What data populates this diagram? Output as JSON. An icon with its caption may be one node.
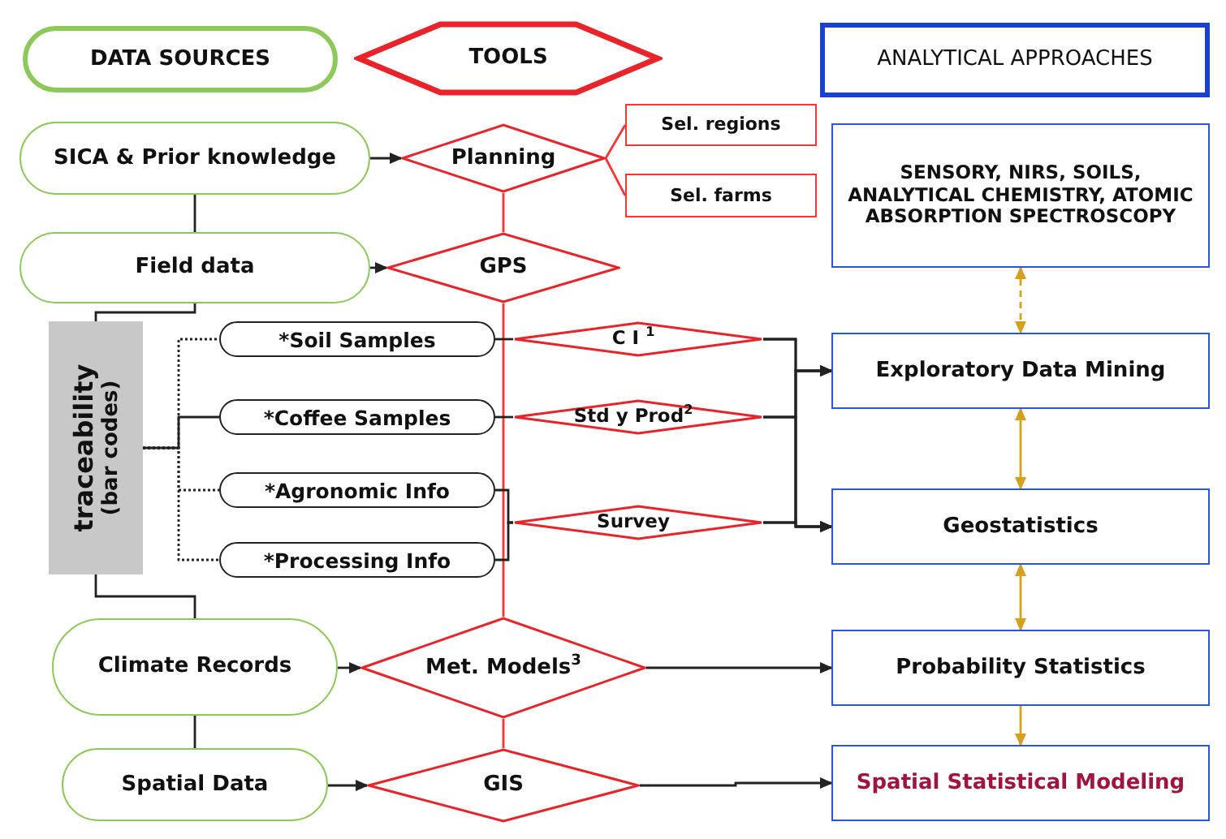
{
  "diagram": {
    "nodes": [
      {
        "text": [
          "DATA SOURCES"
        ]
      },
      {
        "text": [
          "TOOLS"
        ]
      },
      {
        "text": [
          "ANALYTICAL APPROACHES"
        ]
      },
      {
        "text": [
          "SICA & Prior knowledge"
        ]
      },
      {
        "text": [
          "Planning"
        ]
      },
      {
        "text": [
          "Sel. regions"
        ]
      },
      {
        "text": [
          "Sel. farms"
        ]
      },
      {
        "text": [
          "SENSORY, NIRS, SOILS, ANALYTICAL CHEMISTRY, ATOMIC ABSORPTION SPECTROSCOPY"
        ]
      },
      {
        "text": [
          "Field data"
        ]
      },
      {
        "text": [
          "GPS"
        ]
      },
      {
        "text": [
          "traceability",
          "(bar codes)"
        ]
      },
      {
        "text": [
          "*Soil Samples"
        ]
      },
      {
        "text": [
          "C I $^{1}$"
        ]
      },
      {
        "text": [
          "Exploratory Data Mining"
        ]
      },
      {
        "text": [
          "*Coffee Samples"
        ]
      },
      {
        "text": [
          "Std y Prod$^{2}$"
        ]
      },
      {
        "text": [
          "*Agronomic Info"
        ]
      },
      {
        "text": [
          "*Processing Info"
        ]
      },
      {
        "text": [
          "Survey"
        ]
      },
      {
        "text": [
          "Geostatistics"
        ]
      },
      {
        "text": [
          "Climate Records"
        ]
      },
      {
        "text": [
          "Met. Models$^{3}$"
        ]
      },
      {
        "text": [
          "Probability Statistics"
        ]
      },
      {
        "text": [
          "Spatial Data"
        ]
      },
      {
        "text": [
          "GIS"
        ]
      },
      {
        "text": [
          "Spatial Statistical Modeling"
        ]
      }
    ],
    "edges": [
      {
        "from": 3,
        "to": 4,
        "arrow": "to"
      },
      {
        "from": 3,
        "to": 8,
        "arrow": "none"
      },
      {
        "from": 4,
        "to": 5,
        "arrow": "none",
        "color": "#ff3333"
      },
      {
        "from": 4,
        "to": 6,
        "arrow": "none",
        "color": "#ff3333"
      },
      {
        "from": 4,
        "to": 9,
        "arrow": "none",
        "color": "#ff3333"
      },
      {
        "from": 8,
        "to": 9,
        "arrow": "to"
      },
      {
        "from": 8,
        "to": 10,
        "arrow": "none"
      },
      {
        "from": 9,
        "to": 21,
        "arrow": "none",
        "color": "#ff3333"
      },
      {
        "from": 10,
        "to": 11,
        "arrow": "none",
        "style": "dashed"
      },
      {
        "from": 10,
        "to": 14,
        "arrow": "none"
      },
      {
        "from": 10,
        "to": 16,
        "arrow": "none",
        "style": "dashed"
      },
      {
        "from": 10,
        "to": 17,
        "arrow": "none",
        "style": "dashed"
      },
      {
        "from": 11,
        "to": 12,
        "arrow": "none"
      },
      {
        "from": 14,
        "to": 15,
        "arrow": "none"
      },
      {
        "from": 16,
        "to": 18,
        "arrow": "none"
      },
      {
        "from": 17,
        "to": 18,
        "arrow": "none"
      },
      {
        "from": 12,
        "to": 13,
        "arrow": "to"
      },
      {
        "from": 12,
        "to": 19,
        "arrow": "to"
      },
      {
        "from": 15,
        "to": 13,
        "arrow": "to"
      },
      {
        "from": 15,
        "to": 19,
        "arrow": "to"
      },
      {
        "from": 18,
        "to": 13,
        "arrow": "to"
      },
      {
        "from": 18,
        "to": 19,
        "arrow": "to"
      },
      {
        "from": 7,
        "to": 13,
        "arrow": "both",
        "style": "dashed",
        "color": "#d4a020"
      },
      {
        "from": 13,
        "to": 19,
        "arrow": "both",
        "color": "#d4a020"
      },
      {
        "from": 10,
        "to": 20,
        "arrow": "none"
      },
      {
        "from": 19,
        "to": 22,
        "arrow": "both",
        "color": "#d4a020"
      },
      {
        "from": 20,
        "to": 23,
        "arrow": "none"
      },
      {
        "from": 20,
        "to": 21,
        "arrow": "to"
      },
      {
        "from": 21,
        "to": 22,
        "arrow": "to"
      },
      {
        "from": 21,
        "to": 24,
        "arrow": "none",
        "color": "#ff3333"
      },
      {
        "from": 22,
        "to": 25,
        "arrow": "to",
        "color": "#d4a020"
      },
      {
        "from": 23,
        "to": 24,
        "arrow": "to"
      },
      {
        "from": 24,
        "to": 25,
        "arrow": "to"
      }
    ]
  }
}
